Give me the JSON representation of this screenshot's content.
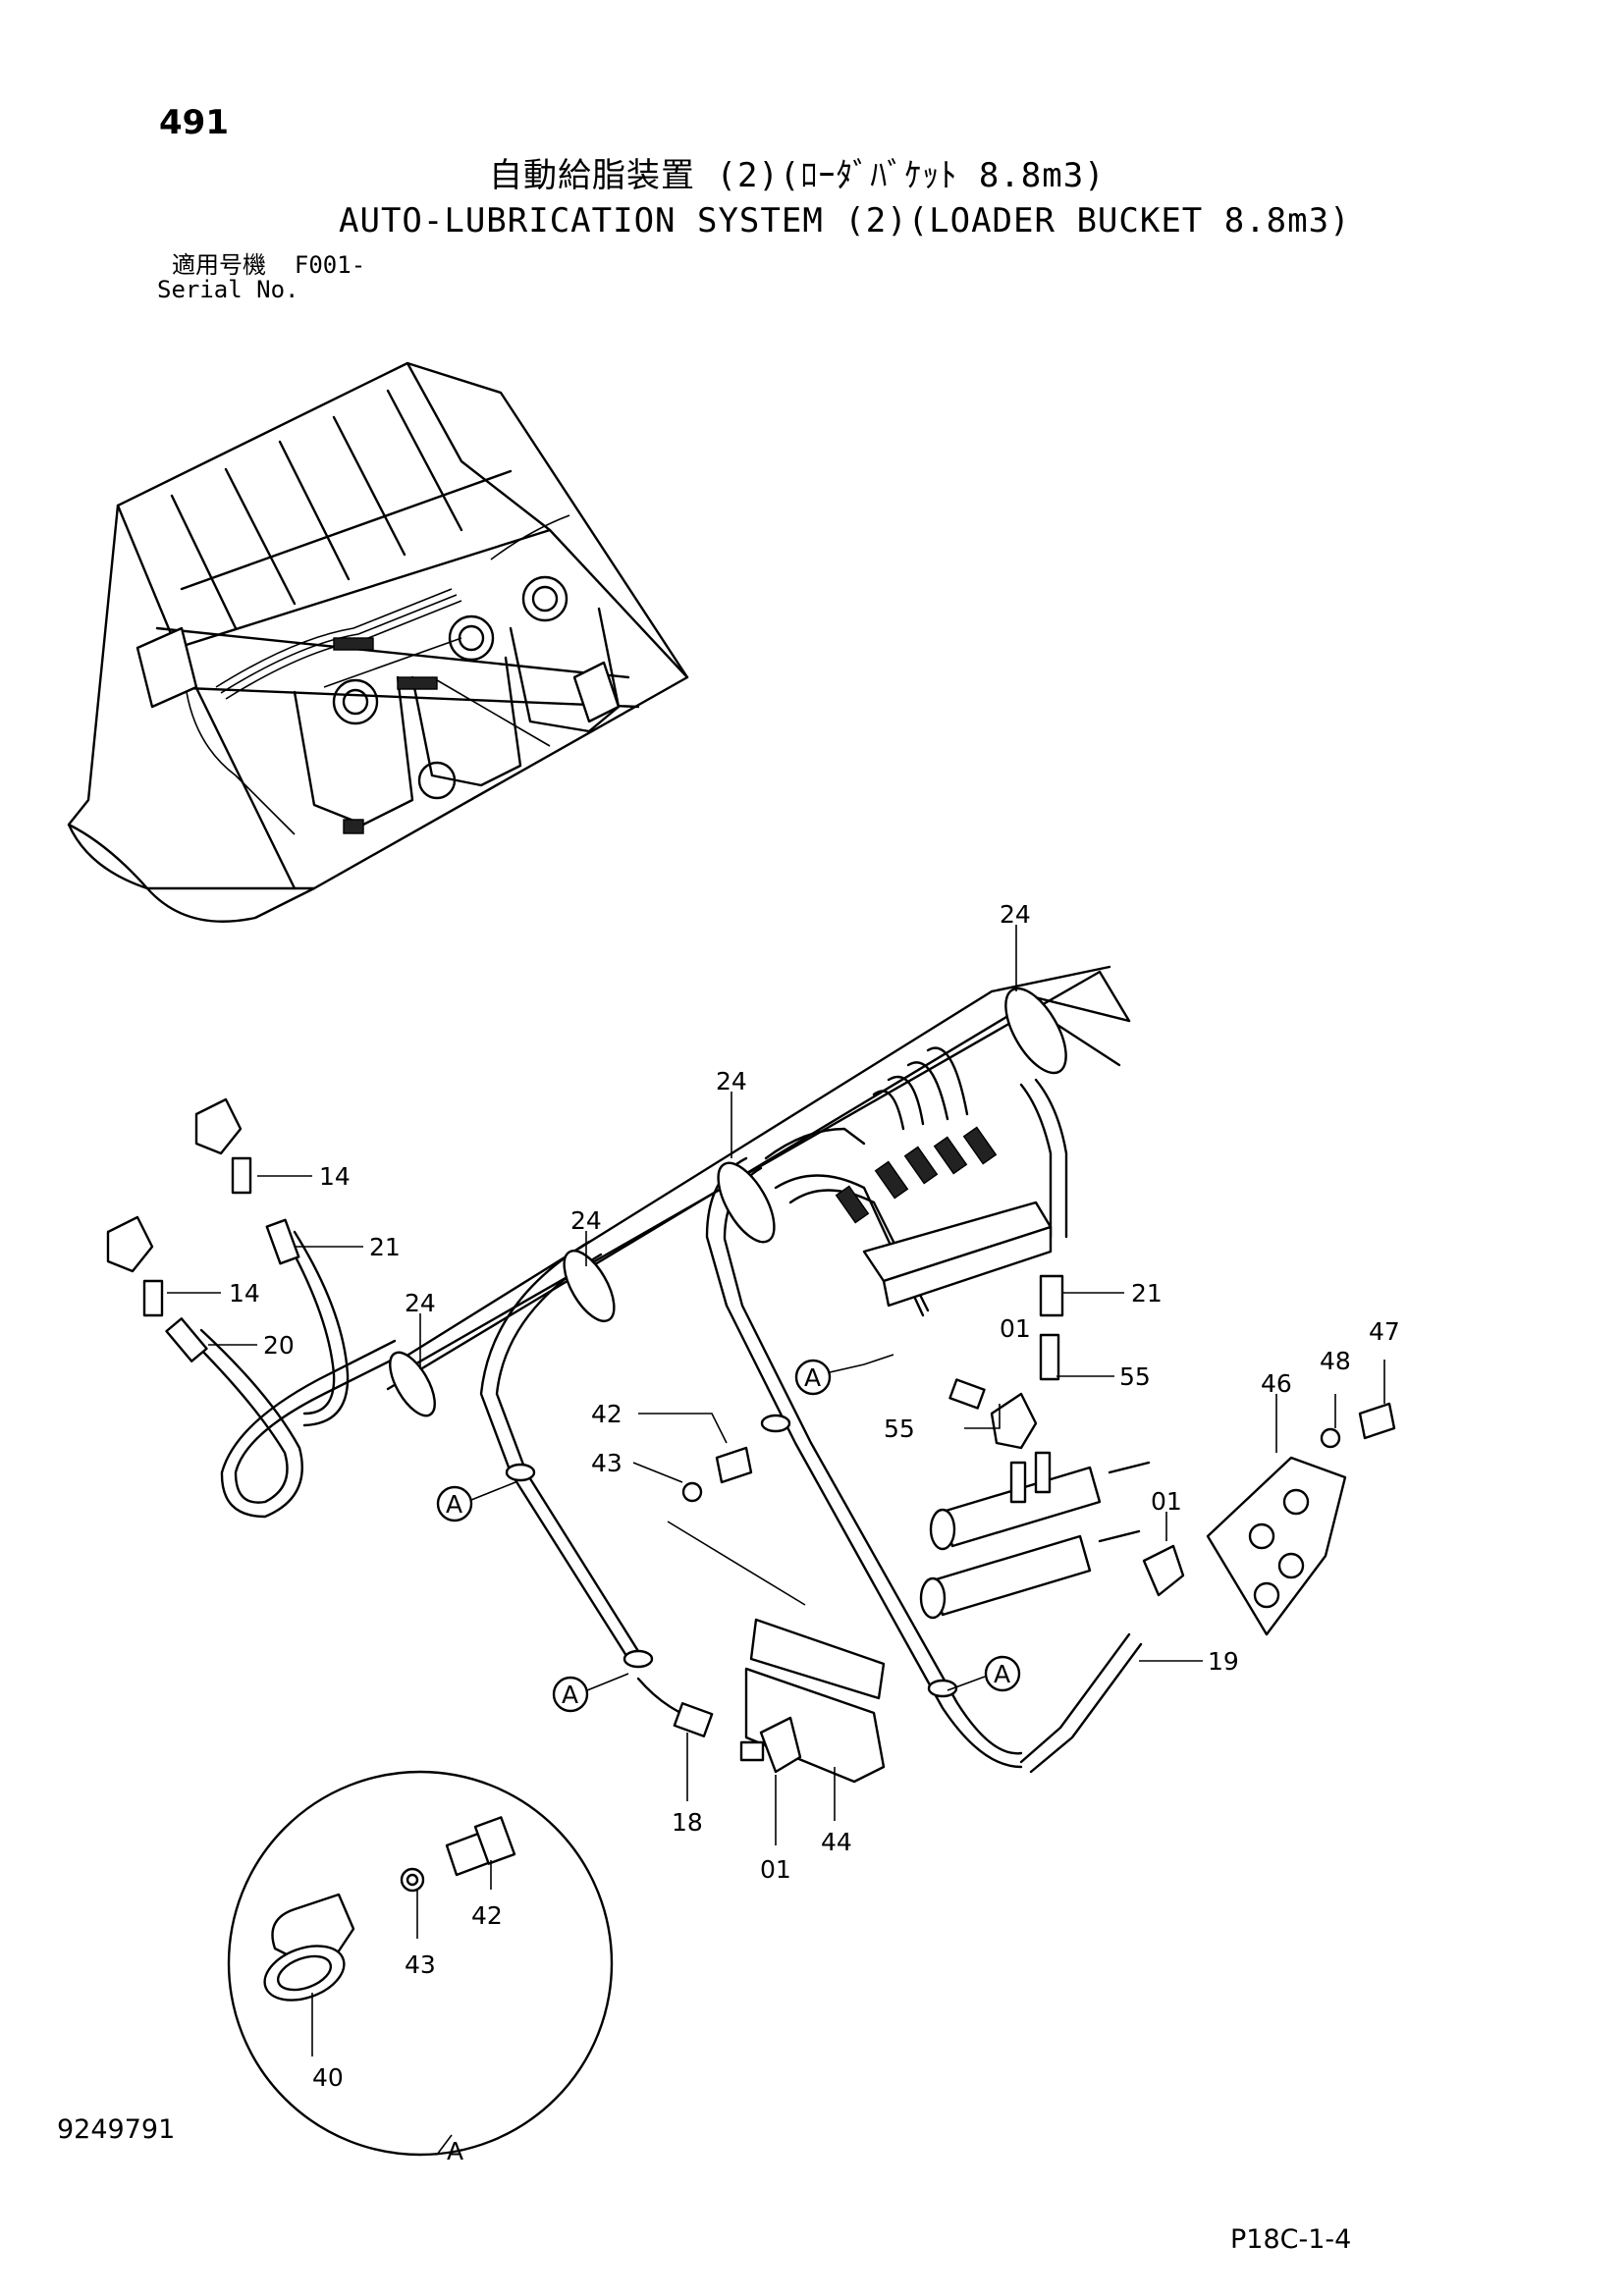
{
  "header": {
    "page_number": "491",
    "title_jp": "自動給脂装置 (2)(ﾛｰﾀﾞﾊﾞｹｯﾄ 8.8m3)",
    "title_en": "AUTO-LUBRICATION SYSTEM (2)(LOADER BUCKET 8.8m3)",
    "serial_label_jp": "適用号機",
    "serial_value": "F001-",
    "serial_label_en": "Serial No."
  },
  "footer": {
    "document_number": "9249791",
    "page_code": "P18C-1-4"
  },
  "diagram": {
    "part_callouts": [
      {
        "id": "c24a",
        "label": "24"
      },
      {
        "id": "c24b",
        "label": "24"
      },
      {
        "id": "c24c",
        "label": "24"
      },
      {
        "id": "c24d",
        "label": "24"
      },
      {
        "id": "c14a",
        "label": "14"
      },
      {
        "id": "c21a",
        "label": "21"
      },
      {
        "id": "c14b",
        "label": "14"
      },
      {
        "id": "c20",
        "label": "20"
      },
      {
        "id": "c21b",
        "label": "21"
      },
      {
        "id": "c01a",
        "label": "01"
      },
      {
        "id": "c55a",
        "label": "55"
      },
      {
        "id": "c55b",
        "label": "55"
      },
      {
        "id": "c42a",
        "label": "42"
      },
      {
        "id": "c43a",
        "label": "43"
      },
      {
        "id": "c46",
        "label": "46"
      },
      {
        "id": "c48",
        "label": "48"
      },
      {
        "id": "c47",
        "label": "47"
      },
      {
        "id": "c01b",
        "label": "01"
      },
      {
        "id": "c19",
        "label": "19"
      },
      {
        "id": "c18",
        "label": "18"
      },
      {
        "id": "c01c",
        "label": "01"
      },
      {
        "id": "c44",
        "label": "44"
      },
      {
        "id": "c42b",
        "label": "42"
      },
      {
        "id": "c43b",
        "label": "43"
      },
      {
        "id": "c40",
        "label": "40"
      }
    ],
    "detail_markers": [
      "A",
      "A",
      "A",
      "A"
    ],
    "detail_view_label": "A"
  }
}
